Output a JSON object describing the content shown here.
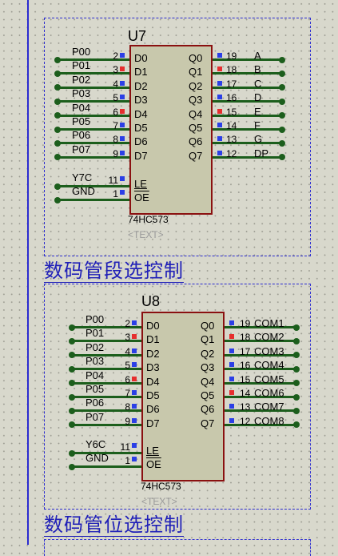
{
  "u7": {
    "ref": "U7",
    "part": "74HC573",
    "text_placeholder": "<TEXT>",
    "section_title": "数码管段选控制",
    "inputs": [
      {
        "net": "P00",
        "pin": "2",
        "name": "D0",
        "marker": "blue"
      },
      {
        "net": "P01",
        "pin": "3",
        "name": "D1",
        "marker": "red"
      },
      {
        "net": "P02",
        "pin": "4",
        "name": "D2",
        "marker": "blue"
      },
      {
        "net": "P03",
        "pin": "5",
        "name": "D3",
        "marker": "blue"
      },
      {
        "net": "P04",
        "pin": "6",
        "name": "D4",
        "marker": "red"
      },
      {
        "net": "P05",
        "pin": "7",
        "name": "D5",
        "marker": "blue"
      },
      {
        "net": "P06",
        "pin": "8",
        "name": "D6",
        "marker": "blue"
      },
      {
        "net": "P07",
        "pin": "9",
        "name": "D7",
        "marker": "blue"
      }
    ],
    "outputs": [
      {
        "net": "A",
        "pin": "19",
        "name": "Q0",
        "marker": "blue"
      },
      {
        "net": "B",
        "pin": "18",
        "name": "Q1",
        "marker": "red"
      },
      {
        "net": "C",
        "pin": "17",
        "name": "Q2",
        "marker": "blue"
      },
      {
        "net": "D",
        "pin": "16",
        "name": "Q3",
        "marker": "blue"
      },
      {
        "net": "E",
        "pin": "15",
        "name": "Q4",
        "marker": "red"
      },
      {
        "net": "F",
        "pin": "14",
        "name": "Q5",
        "marker": "blue"
      },
      {
        "net": "G",
        "pin": "13",
        "name": "Q6",
        "marker": "blue"
      },
      {
        "net": "DP",
        "pin": "12",
        "name": "Q7",
        "marker": "blue"
      }
    ],
    "controls": [
      {
        "net": "Y7C",
        "pin": "11",
        "name": "LE",
        "marker": "blue"
      },
      {
        "net": "GND",
        "pin": "1",
        "name": "OE",
        "marker": "blue"
      }
    ]
  },
  "u8": {
    "ref": "U8",
    "part": "74HC573",
    "text_placeholder": "<TEXT>",
    "section_title": "数码管位选控制",
    "inputs": [
      {
        "net": "P00",
        "pin": "2",
        "name": "D0",
        "marker": "blue"
      },
      {
        "net": "P01",
        "pin": "3",
        "name": "D1",
        "marker": "red"
      },
      {
        "net": "P02",
        "pin": "4",
        "name": "D2",
        "marker": "blue"
      },
      {
        "net": "P03",
        "pin": "5",
        "name": "D3",
        "marker": "blue"
      },
      {
        "net": "P04",
        "pin": "6",
        "name": "D4",
        "marker": "red"
      },
      {
        "net": "P05",
        "pin": "7",
        "name": "D5",
        "marker": "blue"
      },
      {
        "net": "P06",
        "pin": "8",
        "name": "D6",
        "marker": "blue"
      },
      {
        "net": "P07",
        "pin": "9",
        "name": "D7",
        "marker": "blue"
      }
    ],
    "outputs": [
      {
        "net": "COM1",
        "pin": "19",
        "name": "Q0",
        "marker": "blue"
      },
      {
        "net": "COM2",
        "pin": "18",
        "name": "Q1",
        "marker": "red"
      },
      {
        "net": "COM3",
        "pin": "17",
        "name": "Q2",
        "marker": "blue"
      },
      {
        "net": "COM4",
        "pin": "16",
        "name": "Q3",
        "marker": "blue"
      },
      {
        "net": "COM5",
        "pin": "15",
        "name": "Q4",
        "marker": "blue"
      },
      {
        "net": "COM6",
        "pin": "14",
        "name": "Q5",
        "marker": "red"
      },
      {
        "net": "COM7",
        "pin": "13",
        "name": "Q6",
        "marker": "blue"
      },
      {
        "net": "COM8",
        "pin": "12",
        "name": "Q7",
        "marker": "blue"
      }
    ],
    "controls": [
      {
        "net": "Y6C",
        "pin": "11",
        "name": "LE",
        "marker": "blue"
      },
      {
        "net": "GND",
        "pin": "1",
        "name": "OE",
        "marker": "blue"
      }
    ]
  }
}
